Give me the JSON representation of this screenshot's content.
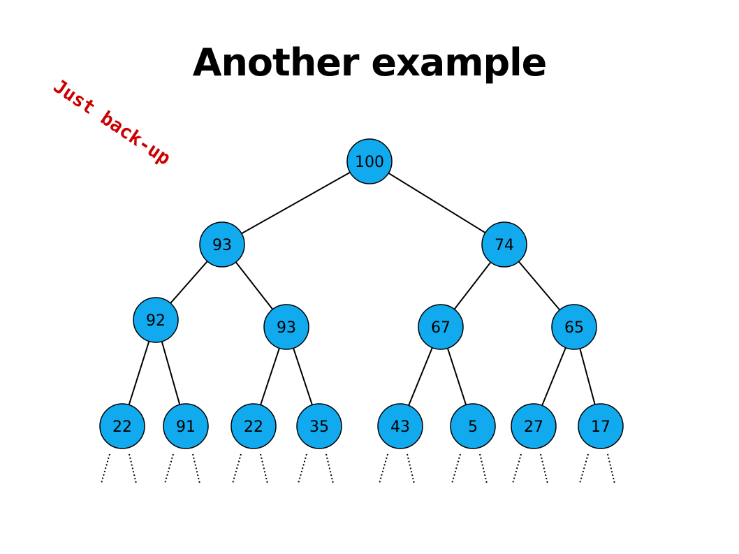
{
  "title": "Another example",
  "annotation": "Just back-up",
  "colors": {
    "node_fill": "#11aaee",
    "node_stroke": "#000000",
    "annotation": "#cc0000"
  },
  "tree": {
    "nodes": [
      {
        "id": "n0",
        "label": "100",
        "level": 0,
        "parent": null
      },
      {
        "id": "n1",
        "label": "93",
        "level": 1,
        "parent": "n0"
      },
      {
        "id": "n2",
        "label": "74",
        "level": 1,
        "parent": "n0"
      },
      {
        "id": "n3",
        "label": "92",
        "level": 2,
        "parent": "n1"
      },
      {
        "id": "n4",
        "label": "93",
        "level": 2,
        "parent": "n1"
      },
      {
        "id": "n5",
        "label": "67",
        "level": 2,
        "parent": "n2"
      },
      {
        "id": "n6",
        "label": "65",
        "level": 2,
        "parent": "n2"
      },
      {
        "id": "n7",
        "label": "22",
        "level": 3,
        "parent": "n3"
      },
      {
        "id": "n8",
        "label": "91",
        "level": 3,
        "parent": "n3"
      },
      {
        "id": "n9",
        "label": "22",
        "level": 3,
        "parent": "n4"
      },
      {
        "id": "n10",
        "label": "35",
        "level": 3,
        "parent": "n4"
      },
      {
        "id": "n11",
        "label": "43",
        "level": 3,
        "parent": "n5"
      },
      {
        "id": "n12",
        "label": "5",
        "level": 3,
        "parent": "n5"
      },
      {
        "id": "n13",
        "label": "27",
        "level": 3,
        "parent": "n6"
      },
      {
        "id": "n14",
        "label": "17",
        "level": 3,
        "parent": "n6"
      }
    ],
    "leaf_branches_continue": true
  }
}
